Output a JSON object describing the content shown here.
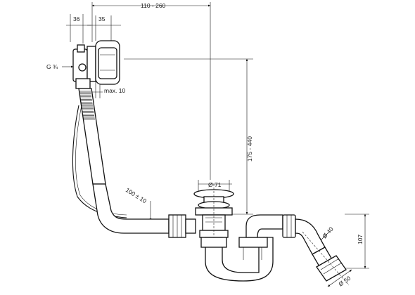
{
  "dimensions": {
    "overflow_offset": "110 - 260",
    "body_width": "36",
    "cover_width": "35",
    "thread": "G ¾",
    "max_wall": "max. 10",
    "height_range": "175 - 440",
    "drain_diameter": "Ø 71",
    "hose_bend": "100 ± 10",
    "trap_height": "107",
    "outlet_diameter_upper": "Ø 40",
    "outlet_diameter_lower": "Ø 50"
  }
}
